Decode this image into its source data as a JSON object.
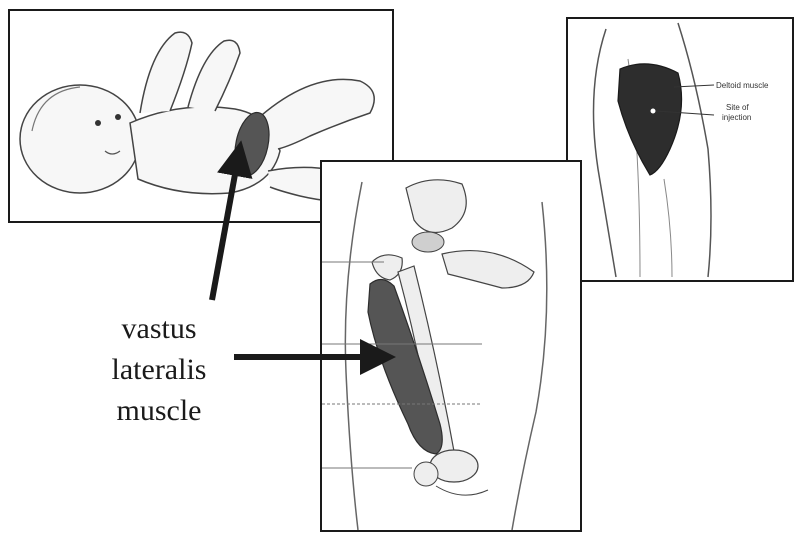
{
  "caption": {
    "lines": [
      "vastus",
      "lateralis",
      "muscle"
    ]
  },
  "deltoid_panel": {
    "muscle_label": "Deltoid muscle",
    "injection_label_line1": "Site of",
    "injection_label_line2": "injection"
  },
  "colors": {
    "muscle_fill": "#555555",
    "muscle_dark": "#2d2d2d",
    "line": "#1a1a1a",
    "bone_fill": "#eeeeee"
  }
}
